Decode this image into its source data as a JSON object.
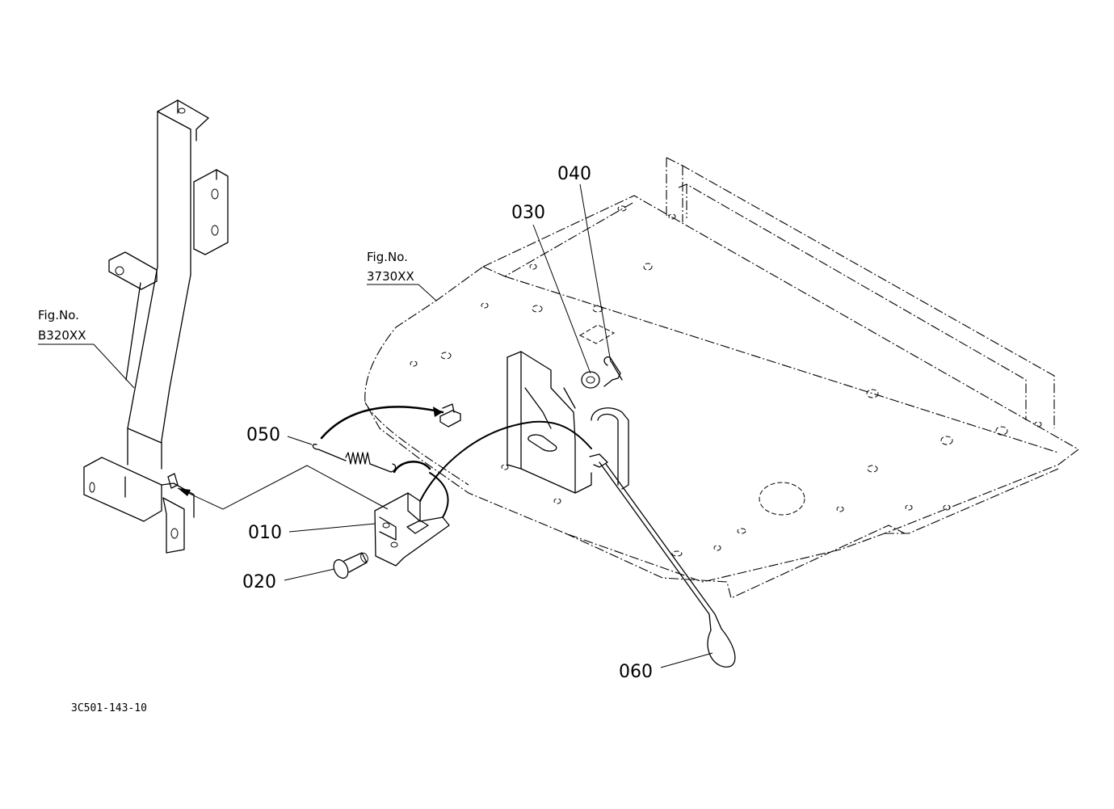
{
  "parts": {
    "p010": "010",
    "p020": "020",
    "p030": "030",
    "p040": "040",
    "p050": "050",
    "p060": "060"
  },
  "figure_refs": {
    "left": {
      "line1": "Fig.No.",
      "line2": "B320XX"
    },
    "right": {
      "line1": "Fig.No.",
      "line2": "3730XX"
    }
  },
  "drawing_code": "3C501-143-10"
}
